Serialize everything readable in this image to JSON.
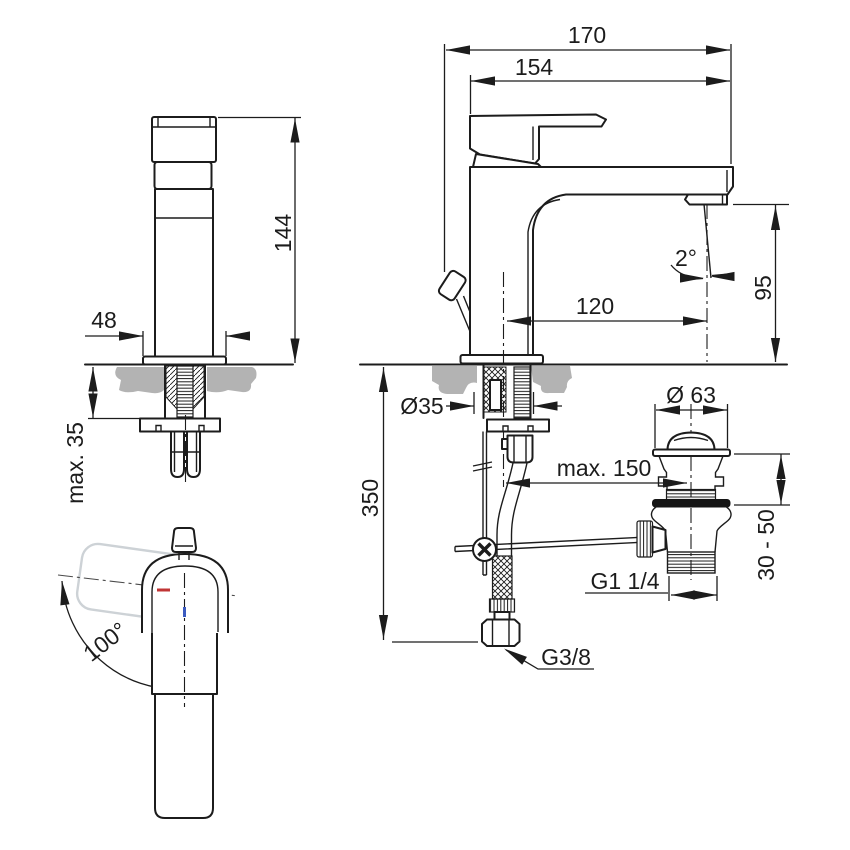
{
  "drawing": {
    "kind": "faucet installation dimension drawing",
    "views": [
      "side-elevation",
      "front-elevation-with-installation",
      "drain-assembly",
      "top-view-handle-swivel"
    ]
  },
  "labels": {
    "overall_depth": "170",
    "spout_to_handle": "154",
    "body_height": "144",
    "base_depth": "48",
    "deck_thickness": "max. 35",
    "spout_reach": "120",
    "outlet_height": "95",
    "outlet_angle": "2°",
    "hole_diameter": "Ø35",
    "hose_length": "350",
    "drain_diameter": "Ø 63",
    "rod_reach": "max. 150",
    "clamp_range": "30 - 50",
    "drain_thread": "G1 1/4",
    "supply_thread": "G3/8",
    "handle_swivel": "100°"
  },
  "colors": {
    "line": "#1c1c1c",
    "counter_gray": "#b3b3b3",
    "ghost_gray": "#cdd2d6",
    "hot_red": "#c03535",
    "cold_blue": "#3c5bc0",
    "gasket_black": "#151515",
    "background": "#ffffff"
  }
}
